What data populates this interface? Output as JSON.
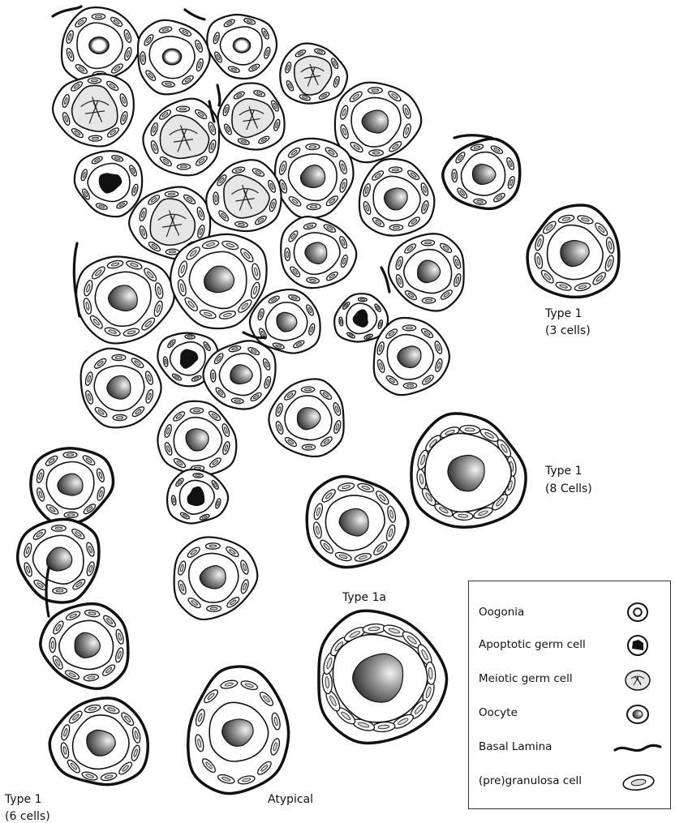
{
  "labels": {
    "type1_3": [
      "Type 1",
      "(3 cells)"
    ],
    "type1_8": [
      "Type 1",
      "(8 Cells)"
    ],
    "type1a": "Type 1a",
    "type1_6": [
      "Type 1",
      "(6 cells)"
    ],
    "atypical": "Atypical"
  },
  "legend": [
    {
      "label": "Oogonia",
      "icon": "oogonia-icon"
    },
    {
      "label": "Apoptotic germ cell",
      "icon": "apoptotic-germ-cell-icon"
    },
    {
      "label": "Meiotic germ cell",
      "icon": "meiotic-germ-cell-icon"
    },
    {
      "label": "Oocyte",
      "icon": "oocyte-icon"
    },
    {
      "label": "Basal Lamina",
      "icon": "basal-lamina-icon"
    },
    {
      "label": "(pre)granulosa cell",
      "icon": "granulosa-cell-icon"
    }
  ],
  "colors": {
    "outline": "#111111",
    "meiotic_fill": "#e6e6e6",
    "cell_fill": "#ffffff",
    "granulosa_fill": "#dddddd",
    "nucleus_dark": "#111111",
    "nucleus_light": "#f2f2f2"
  }
}
